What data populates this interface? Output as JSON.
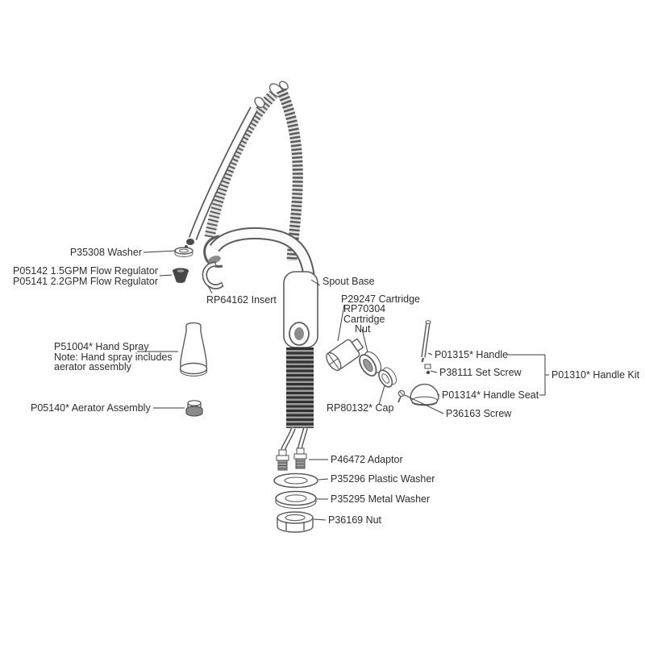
{
  "diagram": {
    "background": "#ffffff",
    "line_color": "#5c5c5c",
    "text_color": "#2d2d2d"
  },
  "parts": {
    "washer": {
      "label": "P35308 Washer"
    },
    "flow_regulator": {
      "line1": "P05142 1.5GPM Flow Regulator",
      "line2": "P05141 2.2GPM Flow Regulator"
    },
    "insert": {
      "label": "RP64162 Insert"
    },
    "spout_base": {
      "label": "Spout Base"
    },
    "cartridge": {
      "label": "P29247 Cartridge"
    },
    "cartridge_nut": {
      "line1": "RP70304",
      "line2": "Cartridge",
      "line3": "Nut"
    },
    "hand_spray": {
      "label": "P51004* Hand Spray",
      "note1": "Note: Hand spray includes",
      "note2": "aerator assembly"
    },
    "aerator": {
      "label": "P05140* Aerator Assembly"
    },
    "handle": {
      "label": "P01315* Handle"
    },
    "set_screw": {
      "label": "P38111 Set Screw"
    },
    "handle_kit": {
      "label": "P01310* Handle Kit"
    },
    "handle_seat": {
      "label": "P01314* Handle Seat"
    },
    "cap": {
      "label": "RP80132* Cap"
    },
    "screw": {
      "label": "P36163 Screw"
    },
    "adaptor": {
      "label": "P46472 Adaptor"
    },
    "plastic_washer": {
      "label": "P35296 Plastic Washer"
    },
    "metal_washer": {
      "label": "P35295 Metal Washer"
    },
    "nut": {
      "label": "P36169 Nut"
    }
  }
}
